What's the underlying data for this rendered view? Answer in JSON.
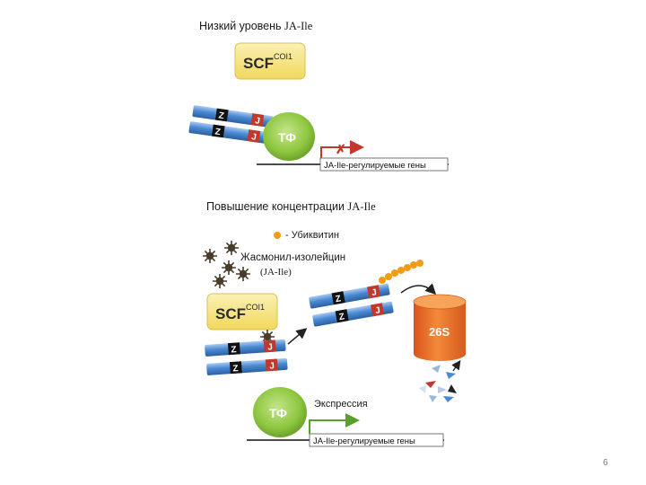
{
  "top_panel": {
    "title_prefix": "Низкий уровень ",
    "title_suffix": "JA-Ile",
    "scf_main": "SCF",
    "scf_sup": "COI1",
    "tf_label": "ТФ",
    "gene_label": "JA-Ile-регулируемые гены",
    "block_mark": "✗"
  },
  "bottom_panel": {
    "title_prefix": "Повышение концентрации ",
    "title_suffix": "JA-Ile",
    "legend_ubiquitin": "- Убиквитин",
    "legend_ja_line1": "Жасмонил-изолейцин",
    "legend_ja_line2": "(JA-Ile)",
    "scf_main": "SCF",
    "scf_sup": "COI1",
    "proteasome_label": "26S",
    "tf_label": "ТФ",
    "expression_label": "Экспрессия",
    "gene_label": "JA-Ile-регулируемые гены"
  },
  "jaz_labels": {
    "z": "Z",
    "j": "J"
  },
  "slide_number": "6",
  "colors": {
    "scf_box": "#f6e58a",
    "tf_green": "#8dc63f",
    "protein_blue": "#4a8ad4",
    "z_block": "#111111",
    "j_block": "#c0392b",
    "arrow_red": "#c0392b",
    "arrow_green": "#5aa02c",
    "ubiquitin": "#f39c12",
    "proteasome": "#f07a22",
    "ligand": "#4a3c2a"
  }
}
